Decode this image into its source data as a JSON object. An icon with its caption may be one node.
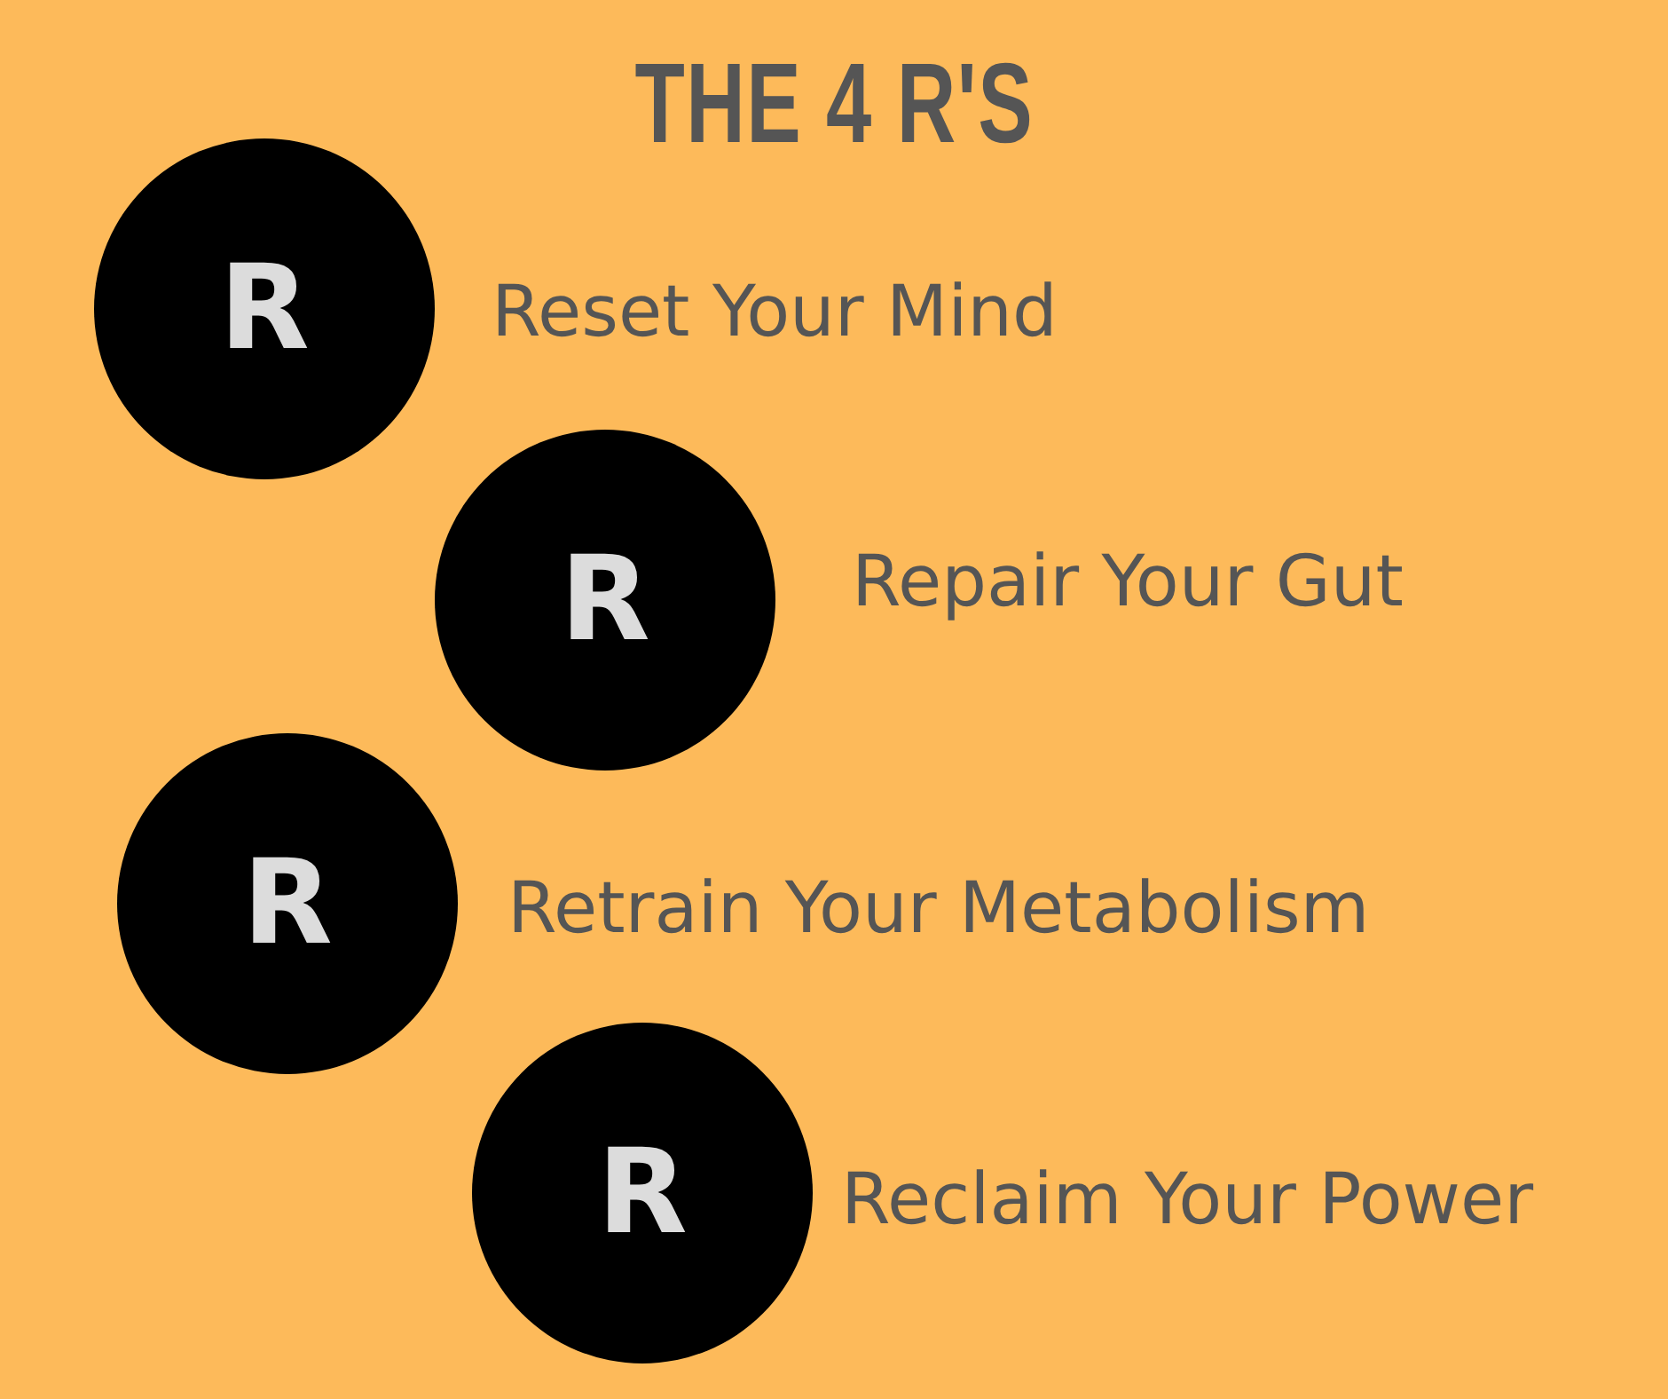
{
  "diagram": {
    "title": "THE 4 R'S",
    "nodes": [
      {
        "text": [
          "R"
        ],
        "beside": [
          "Reset Your Mind"
        ]
      },
      {
        "text": [
          "R"
        ],
        "beside": [
          "Repair Your Gut"
        ]
      },
      {
        "text": [
          "R"
        ],
        "beside": [
          "Retrain Your Metabolism"
        ]
      },
      {
        "text": [
          "R"
        ],
        "beside": [
          "Reclaim Your Power"
        ]
      }
    ]
  }
}
